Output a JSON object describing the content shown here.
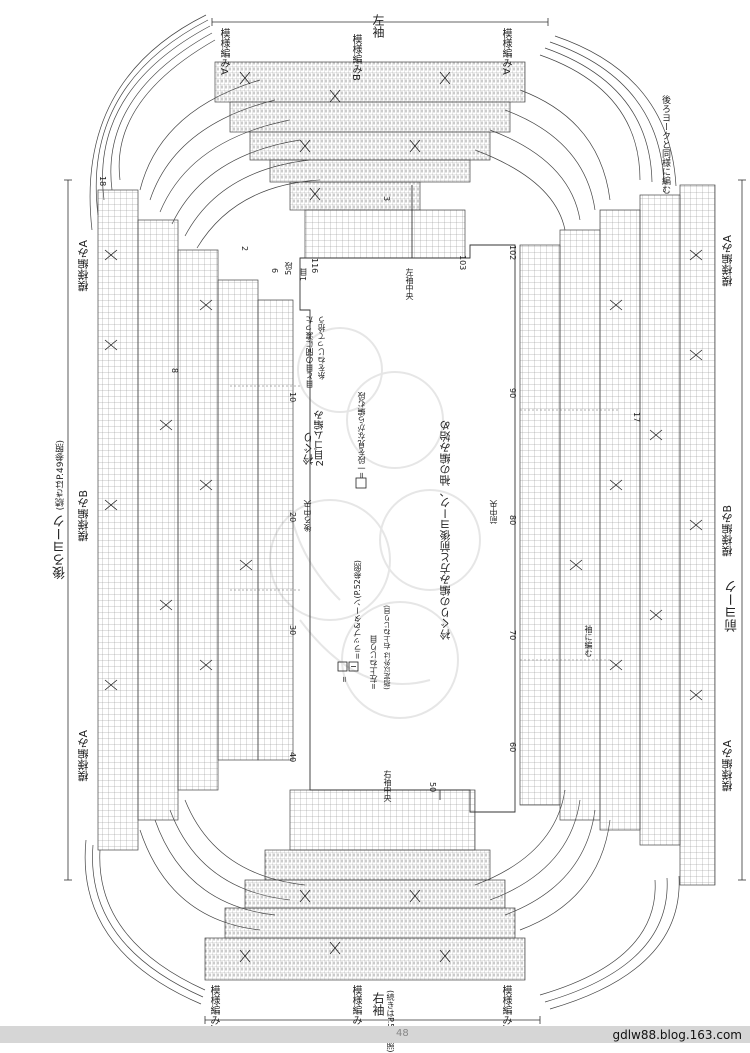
{
  "labels": {
    "left_sleeve": "左袖",
    "right_sleeve": "右袖",
    "back_yoke": "後ろヨーク",
    "back_yoke_note": "(続きはP.49参照)",
    "front_yoke": "前ヨーク",
    "pattern_a": "模様編みA",
    "pattern_b": "模様編みB",
    "collar": "衿ぐり",
    "collar_rib": "2目ゴム編み",
    "collar_note1": "目と目の間に渡った",
    "collar_note2": "糸をねじって拾う",
    "center_back": "後ろ中央",
    "center_front": "前中央",
    "left_sleeve_center": "左袖中央",
    "right_sleeve_center": "右袖中央",
    "diagram_title": "衿ぐりの編み方と前後ヨーク、袖の編み始め",
    "back_yoke_same": "後ろヨークと同様に編む",
    "sleeve_same": "袖に編む",
    "right_sleeve_ref": "(続きはP.50参照)",
    "legend_purl": "=",
    "legend_wrap_turn": "=ラップ&ターン(P.52参照)",
    "legend_twist": "=左上ねじり目",
    "legend_twist_note": "(指定以外は 右上ねじり目)",
    "legend_row": "=一段を見ながら編む段",
    "pickup_rows": "5段",
    "first_row": "1目"
  },
  "numbers": {
    "n116": "116",
    "n103": "103",
    "n102": "102",
    "n90": "90",
    "n80": "80",
    "n70": "70",
    "n60": "60",
    "n50": "50",
    "n40": "40",
    "n30": "30",
    "n20": "20",
    "n10": "10",
    "n18": "18",
    "n17": "17",
    "n8": "8",
    "n6": "6",
    "n3": "3",
    "n2": "2"
  },
  "footer": {
    "url": "gdlw88.blog.163.com",
    "page": "48"
  }
}
